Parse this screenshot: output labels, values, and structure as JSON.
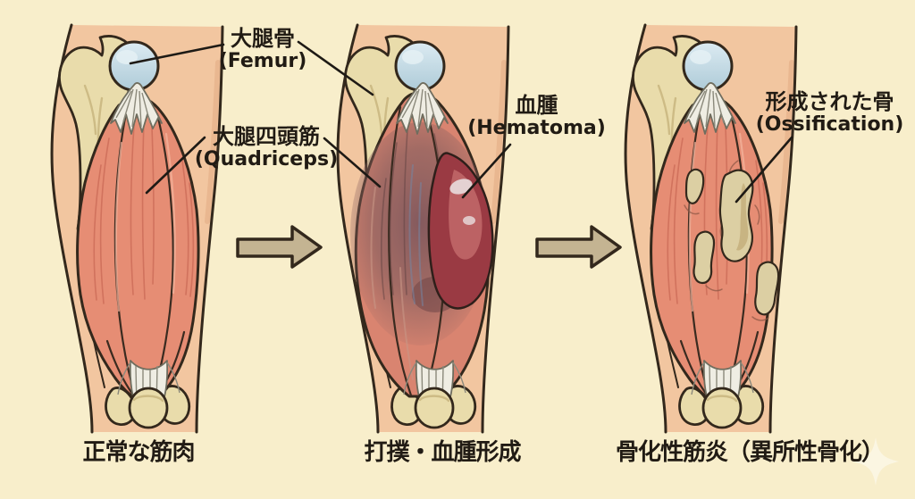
{
  "figure": {
    "type": "medical-anatomy-diagram",
    "subject": "myositis ossificans progression in quadriceps",
    "labels": {
      "femur": {
        "jp": "大腿骨",
        "en": "(Femur)"
      },
      "quadriceps": {
        "jp": "大腿四頭筋",
        "en": "(Quadriceps)"
      },
      "hematoma": {
        "jp": "血腫",
        "en": "(Hematoma)"
      },
      "ossification": {
        "jp": "形成された骨",
        "en": "(Ossification)"
      }
    },
    "captions": {
      "normal": "正常な筋肉",
      "contusion": "打撲・血腫形成",
      "ossification": "骨化性筋炎（異所性骨化）"
    },
    "colors": {
      "background": "#f8eecb",
      "skin": "#f2c6a0",
      "muscle": "#e68d74",
      "muscleBruised": "#8a605f",
      "hematoma": "#9a3a43",
      "bone": "#e9dcab",
      "cartilage": "#c3d9e3",
      "tendon": "#efede3",
      "ossifiedBone": "#dccfa3",
      "arrow": "#c4b492",
      "outline": "#33281c",
      "text": "#211b14"
    }
  }
}
